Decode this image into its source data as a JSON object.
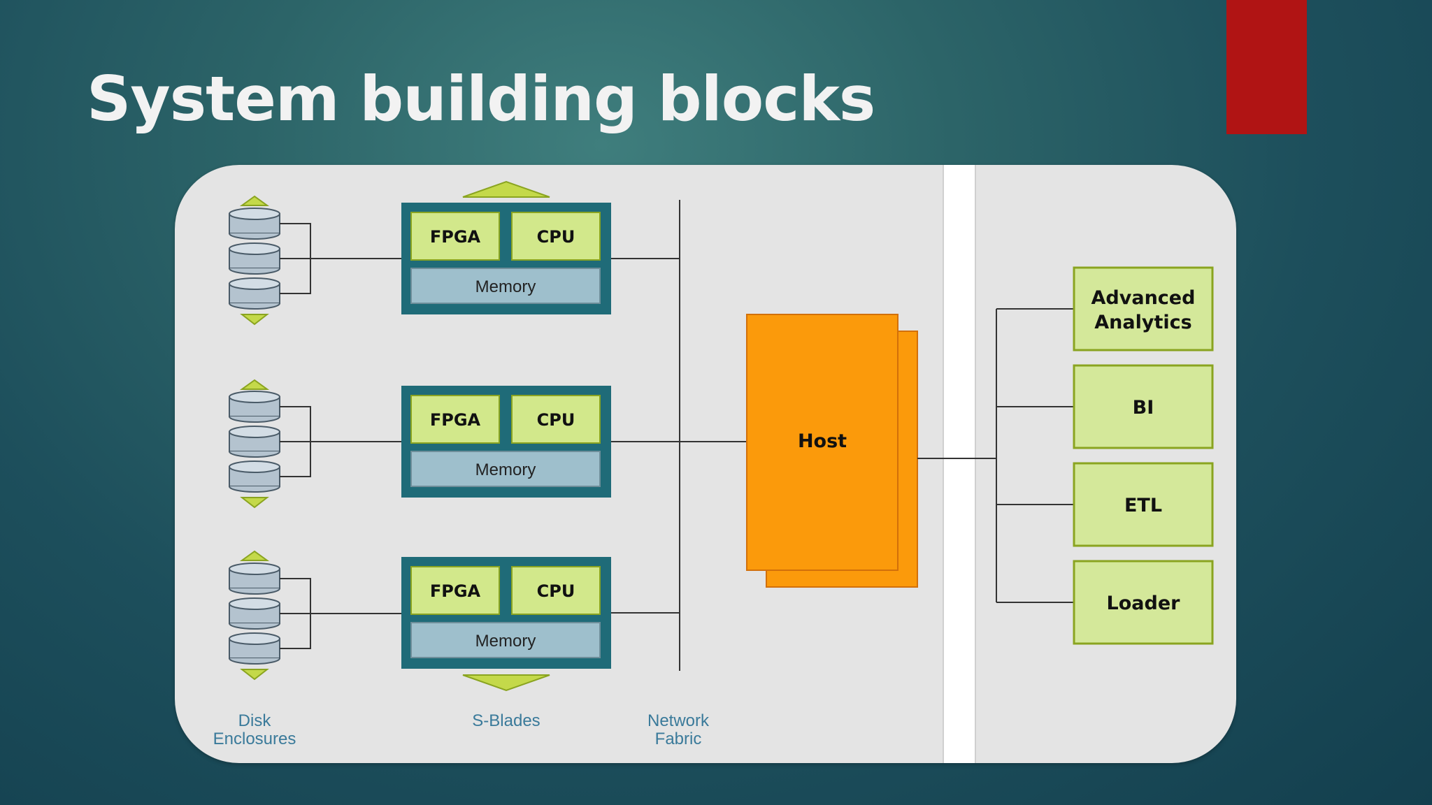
{
  "slide": {
    "title": "System building blocks"
  },
  "colors": {
    "accent_red": "#b01414",
    "blade_border": "#1f6b78",
    "chip_green": "#d2e88b",
    "memory_blue": "#9ebfcc",
    "host_orange": "#fb9a0b",
    "app_green": "#d4e89a",
    "arrow_green": "#c4d94a"
  },
  "diagram": {
    "blades": [
      {
        "fpga": "FPGA",
        "cpu": "CPU",
        "memory": "Memory"
      },
      {
        "fpga": "FPGA",
        "cpu": "CPU",
        "memory": "Memory"
      },
      {
        "fpga": "FPGA",
        "cpu": "CPU",
        "memory": "Memory"
      }
    ],
    "host": "Host",
    "apps": [
      "Advanced Analytics",
      "BI",
      "ETL",
      "Loader"
    ],
    "captions": {
      "disk_line1": "Disk",
      "disk_line2": "Enclosures",
      "blades": "S-Blades",
      "network_line1": "Network",
      "network_line2": "Fabric"
    }
  }
}
